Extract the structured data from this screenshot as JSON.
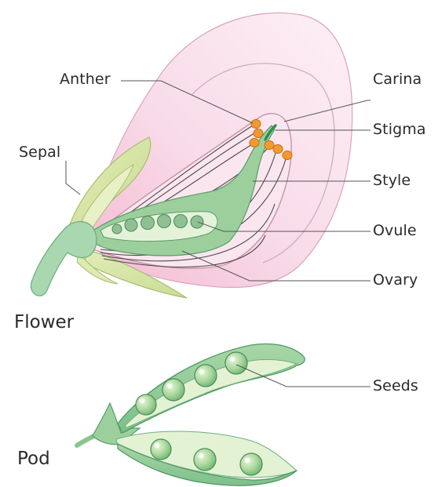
{
  "colors": {
    "petal": "#f8dce8",
    "petal_dark": "#f2bcd3",
    "sepal": "#d8e6a8",
    "green": "#a6d3a2",
    "green_dark": "#3f9e6b",
    "anther": "#f39a2e",
    "leader": "#555555"
  },
  "labels": {
    "anther": "Anther",
    "carina": "Carina",
    "stigma": "Stigma",
    "sepal": "Sepal",
    "style": "Style",
    "ovule": "Ovule",
    "ovary": "Ovary",
    "seeds": "Seeds"
  },
  "sections": {
    "flower": "Flower",
    "pod": "Pod"
  },
  "icons": {
    "flower": "pea-flower-cross-section",
    "pod": "opened-pea-pod"
  }
}
